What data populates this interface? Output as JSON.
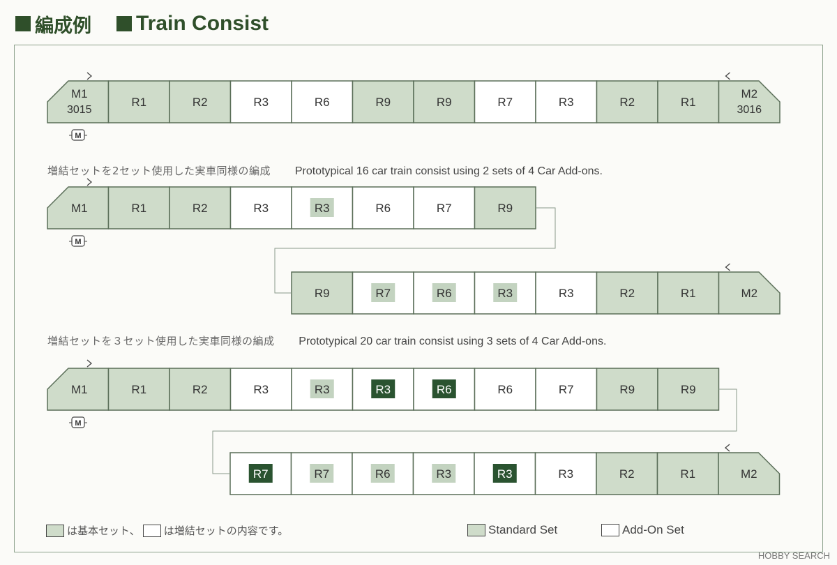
{
  "heading": {
    "ja": "編成例",
    "en": "Train Consist"
  },
  "motor_mark": "M",
  "colors": {
    "standard": "#cfdcca",
    "addon": "#ffffff",
    "dark": "#2a5330",
    "stroke": "#5a6e58",
    "highlight": "#c3d3c0"
  },
  "consists": [
    {
      "cars": [
        {
          "label": "M1",
          "sub": "3015",
          "bg": "standard",
          "shape": "cab-left",
          "arrow": "right",
          "motor": true
        },
        {
          "label": "R1",
          "bg": "standard"
        },
        {
          "label": "R2",
          "bg": "standard"
        },
        {
          "label": "R3",
          "bg": "addon"
        },
        {
          "label": "R6",
          "bg": "addon"
        },
        {
          "label": "R9",
          "bg": "standard"
        },
        {
          "label": "R9",
          "bg": "standard"
        },
        {
          "label": "R7",
          "bg": "addon"
        },
        {
          "label": "R3",
          "bg": "addon"
        },
        {
          "label": "R2",
          "bg": "standard"
        },
        {
          "label": "R1",
          "bg": "standard"
        },
        {
          "label": "M2",
          "sub": "3016",
          "bg": "standard",
          "shape": "cab-right",
          "arrow": "left"
        }
      ]
    },
    {
      "caption_ja": "増結セットを2セット使用した実車同様の編成",
      "caption_en": "Prototypical 16 car train consist using 2 sets of 4 Car Add-ons.",
      "cars": [
        {
          "label": "M1",
          "bg": "standard",
          "shape": "cab-left",
          "arrow": "right",
          "motor": true
        },
        {
          "label": "R1",
          "bg": "standard"
        },
        {
          "label": "R2",
          "bg": "standard"
        },
        {
          "label": "R3",
          "bg": "addon"
        },
        {
          "label": "R3",
          "bg": "addon",
          "tag": "light"
        },
        {
          "label": "R6",
          "bg": "addon"
        },
        {
          "label": "R7",
          "bg": "addon"
        },
        {
          "label": "R9",
          "bg": "standard"
        }
      ],
      "cars2": [
        {
          "label": "R9",
          "bg": "standard"
        },
        {
          "label": "R7",
          "bg": "addon",
          "tag": "light"
        },
        {
          "label": "R6",
          "bg": "addon",
          "tag": "light"
        },
        {
          "label": "R3",
          "bg": "addon",
          "tag": "light"
        },
        {
          "label": "R3",
          "bg": "addon"
        },
        {
          "label": "R2",
          "bg": "standard"
        },
        {
          "label": "R1",
          "bg": "standard"
        },
        {
          "label": "M2",
          "bg": "standard",
          "shape": "cab-right",
          "arrow": "left"
        }
      ]
    },
    {
      "caption_ja": "増結セットを３セット使用した実車同様の編成",
      "caption_en": "Prototypical 20 car train consist using 3 sets of 4 Car Add-ons.",
      "cars": [
        {
          "label": "M1",
          "bg": "standard",
          "shape": "cab-left",
          "arrow": "right",
          "motor": true
        },
        {
          "label": "R1",
          "bg": "standard"
        },
        {
          "label": "R2",
          "bg": "standard"
        },
        {
          "label": "R3",
          "bg": "addon"
        },
        {
          "label": "R3",
          "bg": "addon",
          "tag": "light"
        },
        {
          "label": "R3",
          "bg": "addon",
          "tag": "dark"
        },
        {
          "label": "R6",
          "bg": "addon",
          "tag": "dark"
        },
        {
          "label": "R6",
          "bg": "addon"
        },
        {
          "label": "R7",
          "bg": "addon"
        },
        {
          "label": "R9",
          "bg": "standard"
        },
        {
          "label": "R9",
          "bg": "standard"
        }
      ],
      "cars2": [
        {
          "label": "R7",
          "bg": "addon",
          "tag": "dark"
        },
        {
          "label": "R7",
          "bg": "addon",
          "tag": "light"
        },
        {
          "label": "R6",
          "bg": "addon",
          "tag": "light"
        },
        {
          "label": "R3",
          "bg": "addon",
          "tag": "light"
        },
        {
          "label": "R3",
          "bg": "addon",
          "tag": "dark"
        },
        {
          "label": "R3",
          "bg": "addon"
        },
        {
          "label": "R2",
          "bg": "standard"
        },
        {
          "label": "R1",
          "bg": "standard"
        },
        {
          "label": "M2",
          "bg": "standard",
          "shape": "cab-right",
          "arrow": "left"
        }
      ]
    }
  ],
  "footnote": {
    "ja_std": "は基本セット、",
    "ja_add": "は増結セットの内容です。",
    "legend_standard": "Standard Set",
    "legend_addon": "Add-On Set"
  },
  "watermark": "HOBBY SEARCH"
}
